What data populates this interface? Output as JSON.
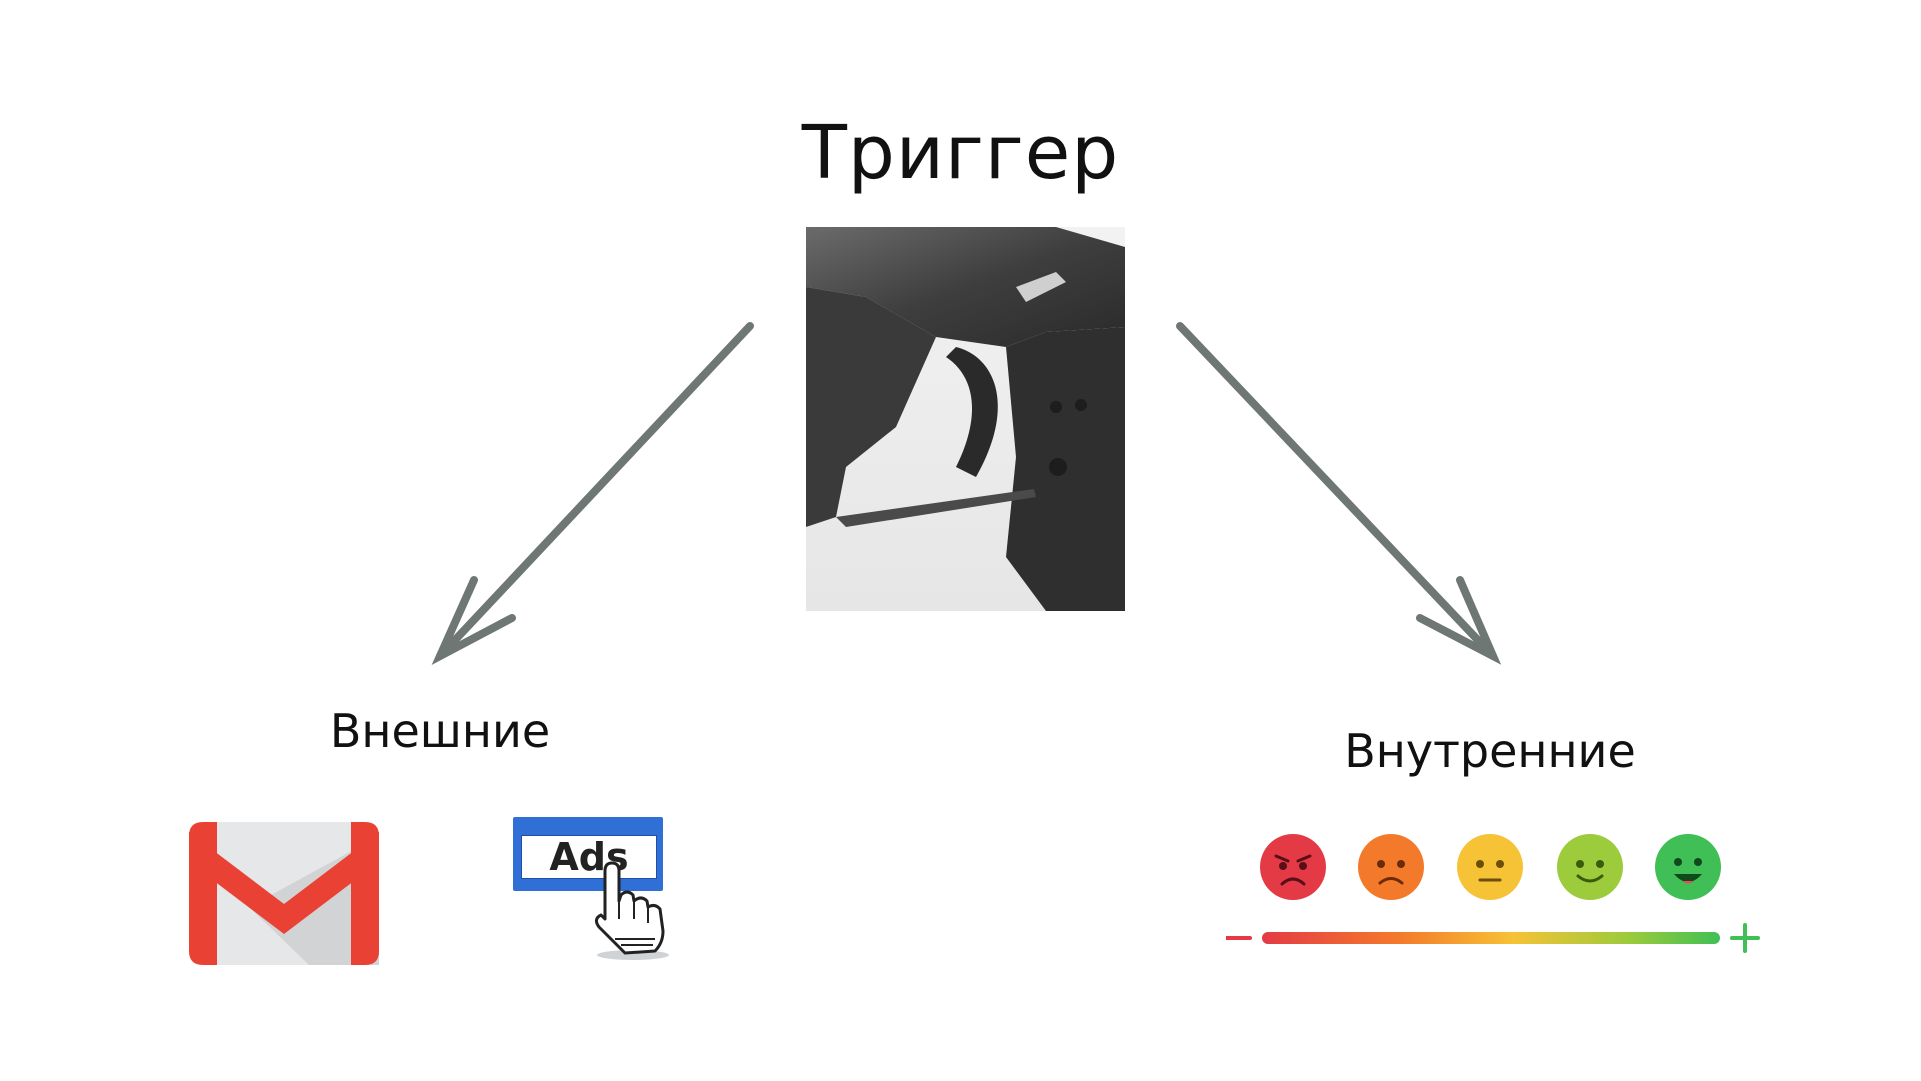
{
  "title": "Триггер",
  "left_label": "Внешние",
  "right_label": "Внутренние",
  "ads_text": "Ads",
  "icons": {
    "photo": "trigger-photo",
    "left_icons": [
      "gmail-icon",
      "ads-click-icon"
    ],
    "right_icons": [
      "angry-face-icon",
      "sad-face-icon",
      "neutral-face-icon",
      "smile-face-icon",
      "happy-face-icon"
    ]
  },
  "emotion_colors": [
    "#e43a45",
    "#f47a2b",
    "#f6c236",
    "#9ccb3c",
    "#3fbf55"
  ],
  "scale": {
    "minus": "−",
    "plus": "+"
  },
  "arrow_color": "#6f7775"
}
